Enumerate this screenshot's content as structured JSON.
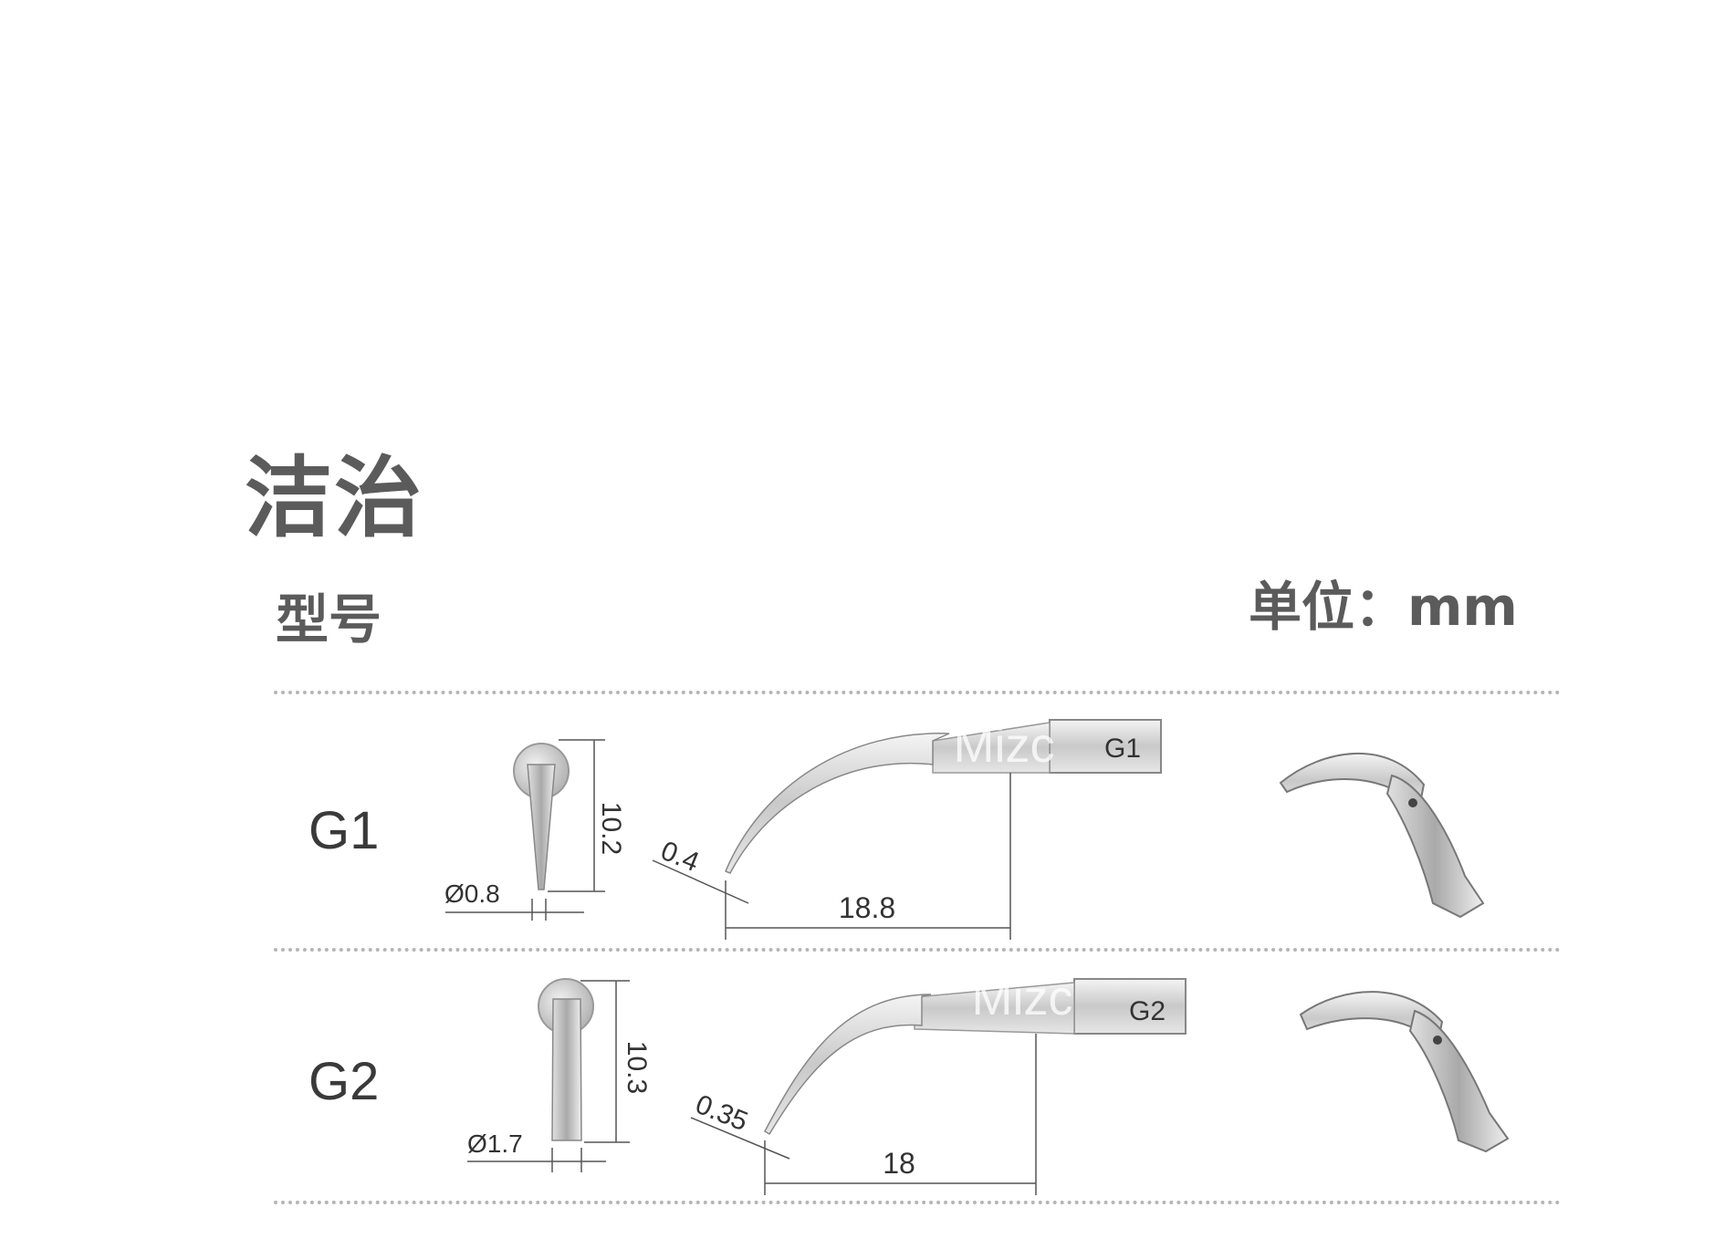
{
  "page": {
    "title": "洁治",
    "model_header": "型号",
    "unit_label": "单位：mm",
    "watermark": "Mizc"
  },
  "tips": [
    {
      "model": "G1",
      "label_on_shank": "G1",
      "tip_length": "10.2",
      "tip_diameter": "Ø0.8",
      "tip_end": "0.4",
      "horizontal_length": "18.8"
    },
    {
      "model": "G2",
      "label_on_shank": "G2",
      "tip_length": "10.3",
      "tip_diameter": "Ø1.7",
      "tip_end": "0.35",
      "horizontal_length": "18"
    }
  ]
}
